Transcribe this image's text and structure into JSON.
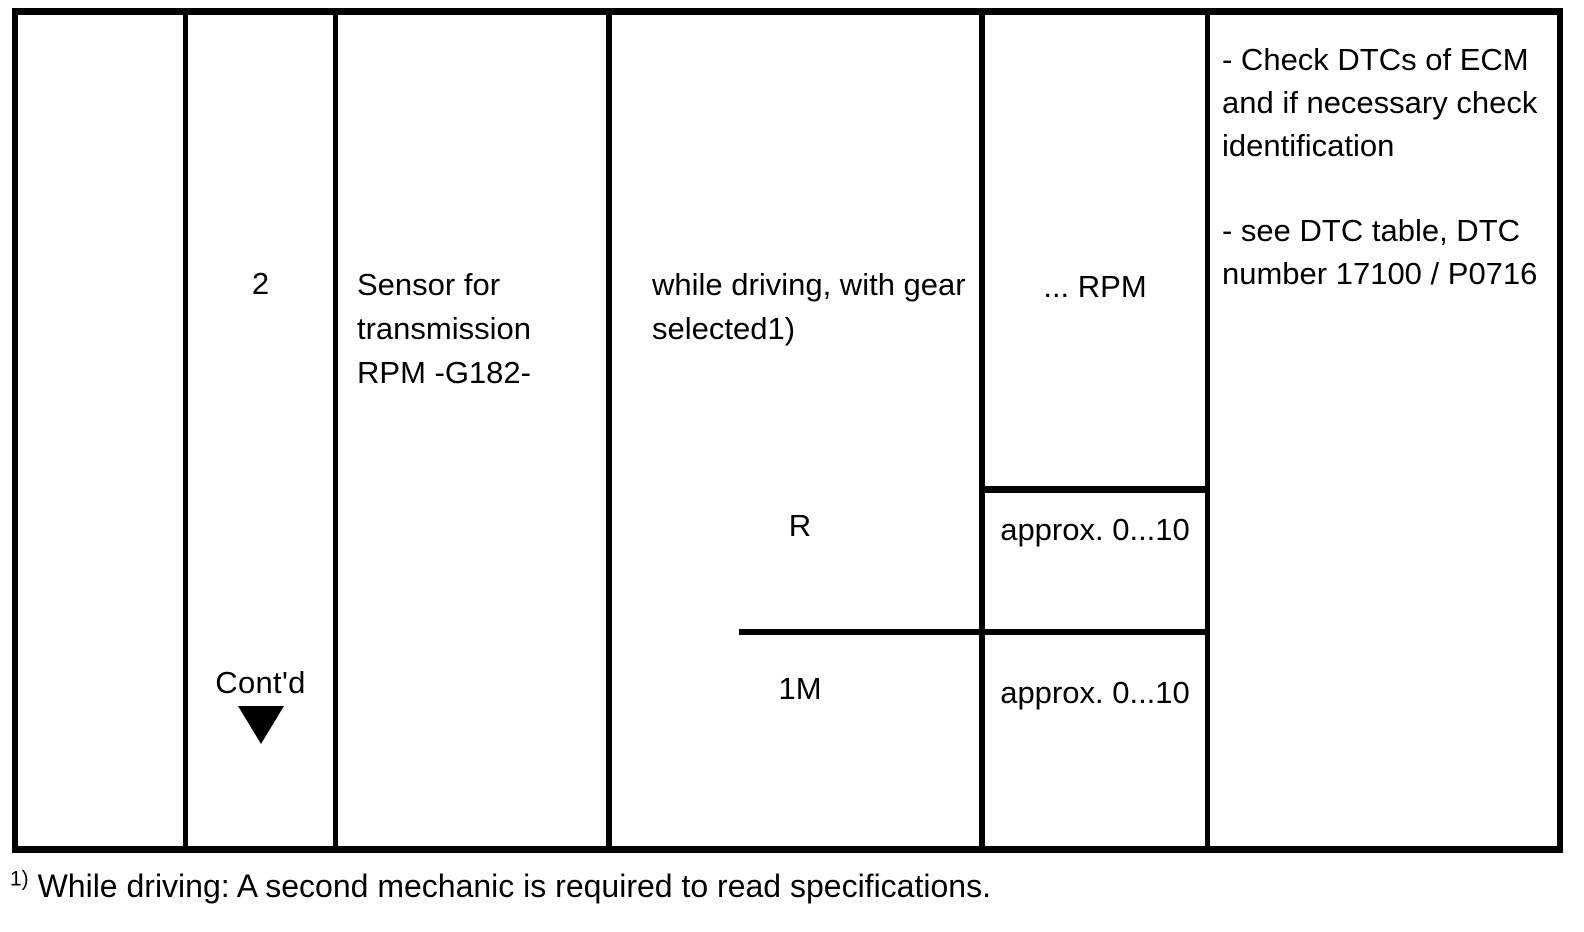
{
  "document": {
    "type": "service-manual-table",
    "ink_color": "#000000",
    "paper_color": "#ffffff"
  },
  "table": {
    "columns": [
      {
        "name": "marker",
        "label": ""
      },
      {
        "name": "step",
        "label": ""
      },
      {
        "name": "component",
        "label": ""
      },
      {
        "name": "test-condition",
        "label": ""
      },
      {
        "name": "specification",
        "label": ""
      },
      {
        "name": "remedy",
        "label": ""
      }
    ],
    "step": {
      "number": "2",
      "continued_label": "Cont'd",
      "continued_arrow": "down-triangle"
    },
    "component": "Sensor for transmission RPM -G182-",
    "conditions": {
      "main": "while driving, with gear selected1)",
      "gear_r": "R",
      "gear_1m": "1M"
    },
    "specifications": {
      "main": "... RPM",
      "gear_r": "approx. 0...10",
      "gear_1m": "approx. 0...10"
    },
    "remedy": {
      "item_1": "- Check DTCs of ECM and if necessary check identification",
      "item_2": "- see DTC table, DTC number 17100 / P0716"
    }
  },
  "footnote": {
    "marker": "1)",
    "text": " While driving: A second mechanic is required to read specifications."
  }
}
